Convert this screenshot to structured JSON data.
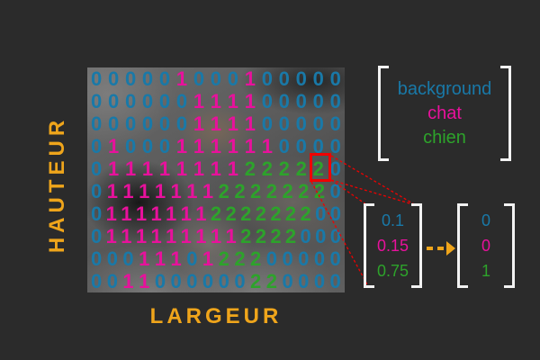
{
  "colors": {
    "canvas_bg": "#2b2b2b",
    "accent_orange": "#efa51b",
    "highlight_red": "#f00000",
    "bracket_white": "#f2f2f2",
    "class_colors": [
      "#1979a8",
      "#e8119c",
      "#2da32b"
    ]
  },
  "axes": {
    "vertical_label": "HAUTEUR",
    "horizontal_label": "LARGEUR"
  },
  "segmentation_grid": {
    "rows": [
      "000001000100000",
      "000000111100000",
      "000000111100000",
      "010001111110000",
      "011111111222220",
      "0111111122222220",
      "01111111222222200",
      "01111111112222000",
      "0001110122200000",
      "0011000000220000"
    ],
    "highlighted_cell": {
      "row": 4,
      "col": 13,
      "value": "2"
    }
  },
  "class_legend": {
    "items": [
      "background",
      "chat",
      "chien"
    ]
  },
  "pixel_probability_vector": {
    "values": [
      "0.1",
      "0.15",
      "0.75"
    ]
  },
  "onehot_vector": {
    "values": [
      "0",
      "0",
      "1"
    ]
  }
}
